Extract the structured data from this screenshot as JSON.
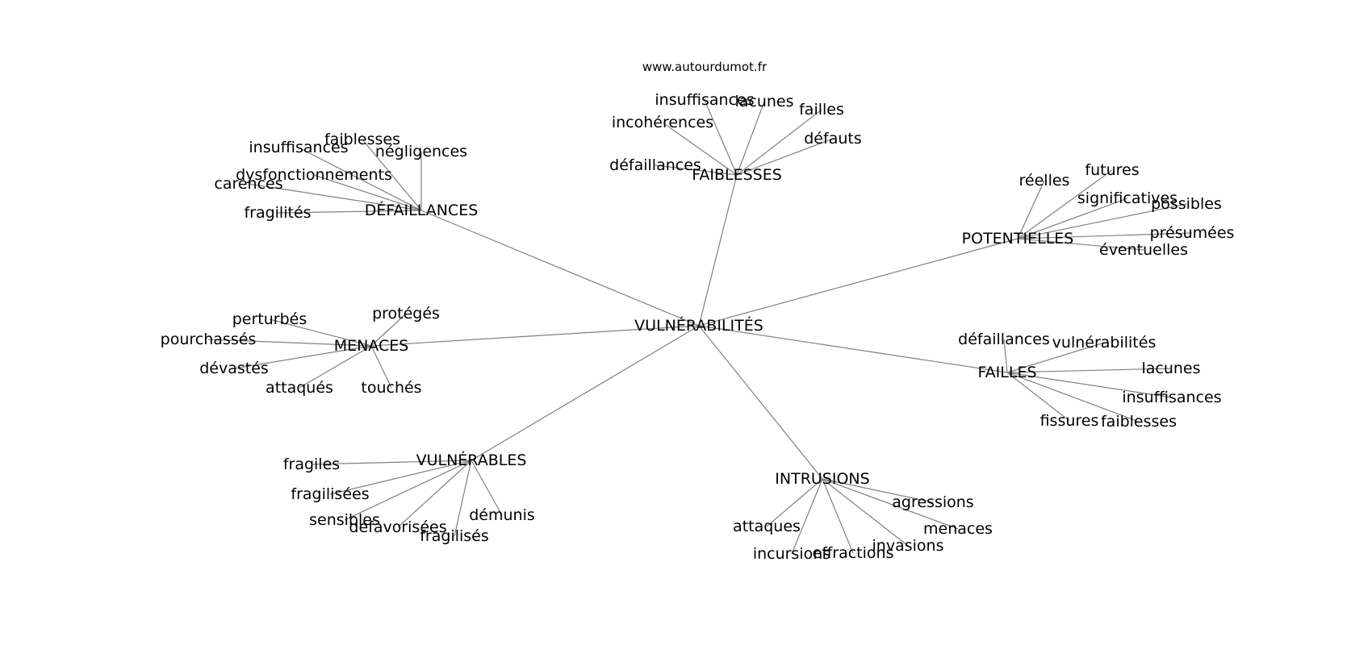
{
  "source": "www.autourdumot.fr",
  "colors": {
    "edge": "#808080",
    "text": "#000000",
    "background": "#ffffff"
  },
  "root": "VULNÉRABILITÉS",
  "groups": [
    {
      "label": "DÉFAILLANCES",
      "children": [
        "insuffisances",
        "faiblesses",
        "négligences",
        "dysfonctionnements",
        "carences",
        "fragilités"
      ]
    },
    {
      "label": "FAIBLESSES",
      "children": [
        "insuffisances",
        "lacunes",
        "failles",
        "incohérences",
        "défauts",
        "défaillances"
      ]
    },
    {
      "label": "POTENTIELLES",
      "children": [
        "réelles",
        "futures",
        "significatives",
        "possibles",
        "présumées",
        "éventuelles"
      ]
    },
    {
      "label": "MENACES",
      "children": [
        "perturbés",
        "protégés",
        "pourchassés",
        "dévastés",
        "attaqués",
        "touchés"
      ]
    },
    {
      "label": "FAILLES",
      "children": [
        "défaillances",
        "vulnérabilités",
        "lacunes",
        "insuffisances",
        "fissures",
        "faiblesses"
      ]
    },
    {
      "label": "VULNÉRABLES",
      "children": [
        "fragiles",
        "fragilisées",
        "sensibles",
        "défavorisées",
        "démunis",
        "fragilisés"
      ]
    },
    {
      "label": "INTRUSIONS",
      "children": [
        "agressions",
        "attaques",
        "menaces",
        "incursions",
        "effractions",
        "invasions"
      ]
    }
  ]
}
